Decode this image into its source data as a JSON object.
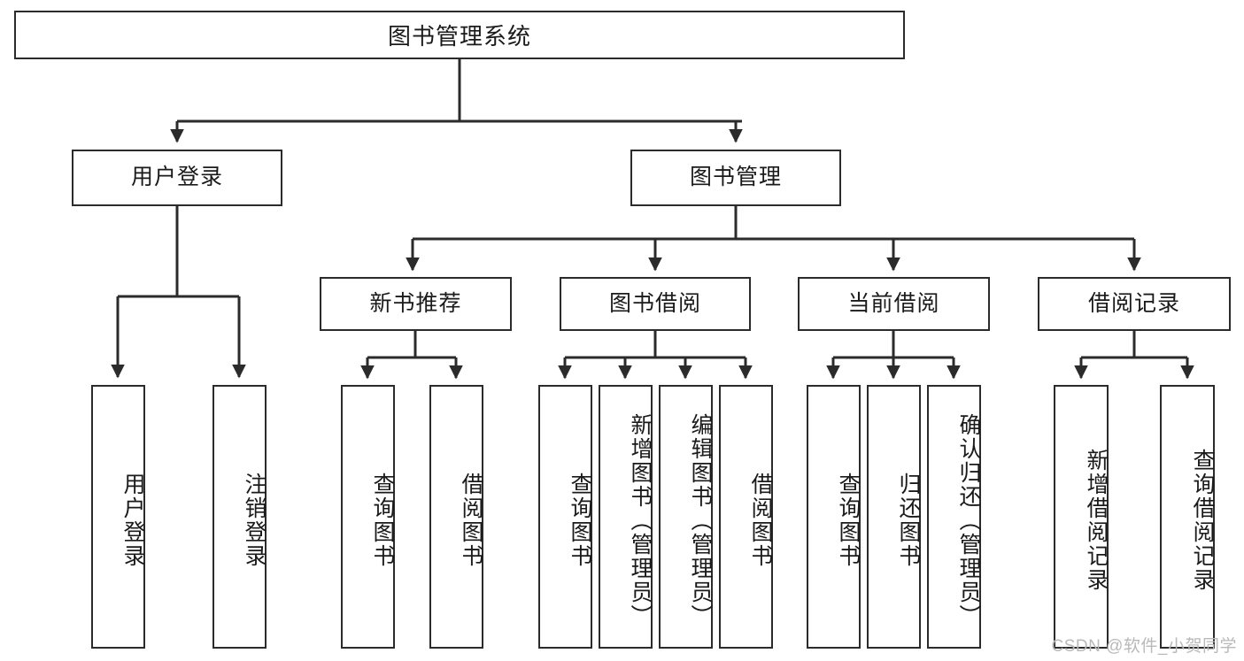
{
  "diagram": {
    "title": "图书管理系统",
    "watermark": "CSDN @软件_小贺同学",
    "colors": {
      "box_border": "#2b2b2b",
      "connector": "#2b2b2b",
      "background": "#ffffff",
      "text": "#1a1a1a",
      "watermark": "#b9b9b9"
    },
    "root": {
      "label": "图书管理系统"
    },
    "level2": [
      {
        "label": "用户登录"
      },
      {
        "label": "图书管理"
      }
    ],
    "level3": [
      {
        "label": "新书推荐"
      },
      {
        "label": "图书借阅"
      },
      {
        "label": "当前借阅"
      },
      {
        "label": "借阅记录"
      }
    ],
    "leaves": {
      "user_login": [
        {
          "label": "用户登录"
        },
        {
          "label": "注销登录"
        }
      ],
      "new_book_recommend": [
        {
          "label": "查询图书"
        },
        {
          "label": "借阅图书"
        }
      ],
      "book_borrow": [
        {
          "label": "查询图书"
        },
        {
          "label": "新增图书（管理员）"
        },
        {
          "label": "编辑图书（管理员）"
        },
        {
          "label": "借阅图书"
        }
      ],
      "current_borrow": [
        {
          "label": "查询图书"
        },
        {
          "label": "归还图书"
        },
        {
          "label": "确认归还（管理员）"
        }
      ],
      "borrow_record": [
        {
          "label": "新增借阅记录"
        },
        {
          "label": "查询借阅记录"
        }
      ]
    }
  }
}
